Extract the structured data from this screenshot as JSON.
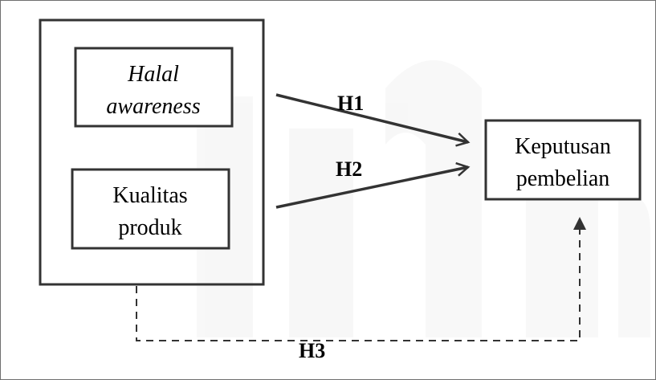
{
  "nodes": {
    "halal_awareness": {
      "line1": "Halal",
      "line2": "awareness"
    },
    "kualitas_produk": {
      "line1": "Kualitas",
      "line2": "produk"
    },
    "keputusan_pembelian": {
      "line1": "Keputusan",
      "line2": "pembelian"
    }
  },
  "hypotheses": {
    "h1": "H1",
    "h2": "H2",
    "h3": "H3"
  },
  "colors": {
    "stroke": "#333333",
    "text": "#000000",
    "watermark": "#a0a0a0"
  }
}
